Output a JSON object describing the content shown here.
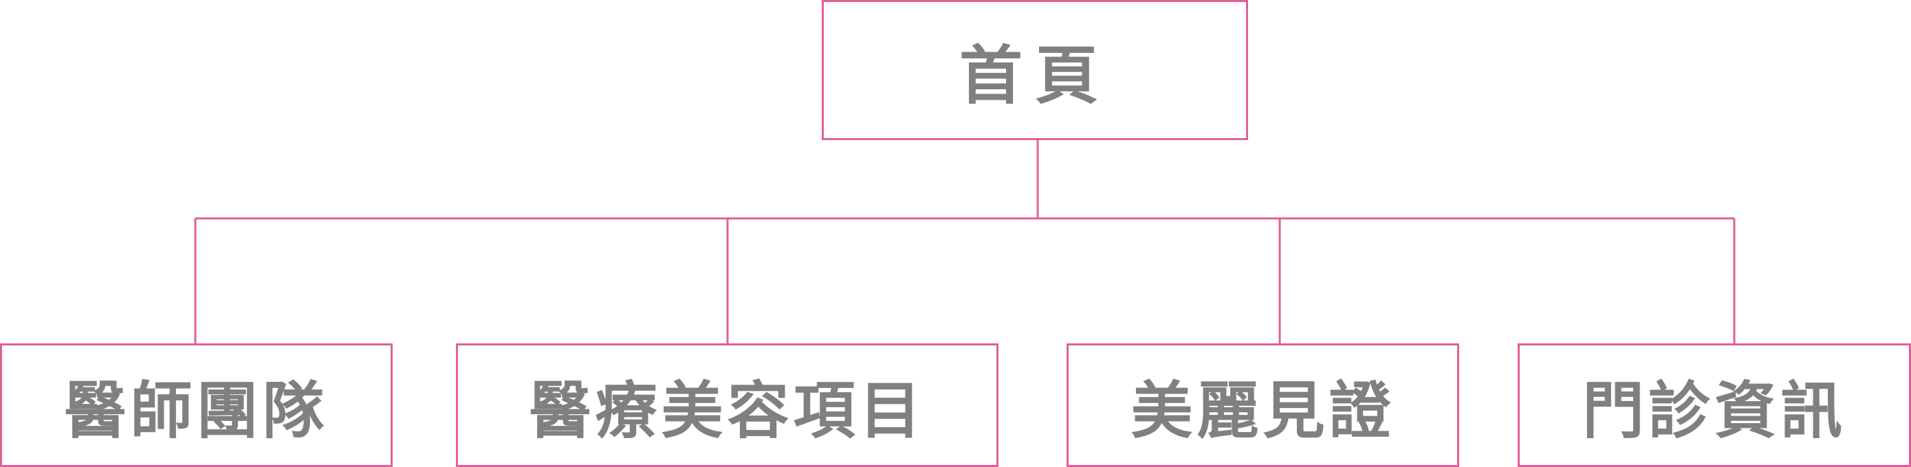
{
  "diagram": {
    "root": {
      "label": "首頁"
    },
    "children": [
      {
        "label": "醫師團隊"
      },
      {
        "label": "醫療美容項目"
      },
      {
        "label": "美麗見證"
      },
      {
        "label": "門診資訊"
      }
    ]
  },
  "colors": {
    "border": "#e0609a",
    "text": "#808080",
    "background": "#ffffff"
  }
}
